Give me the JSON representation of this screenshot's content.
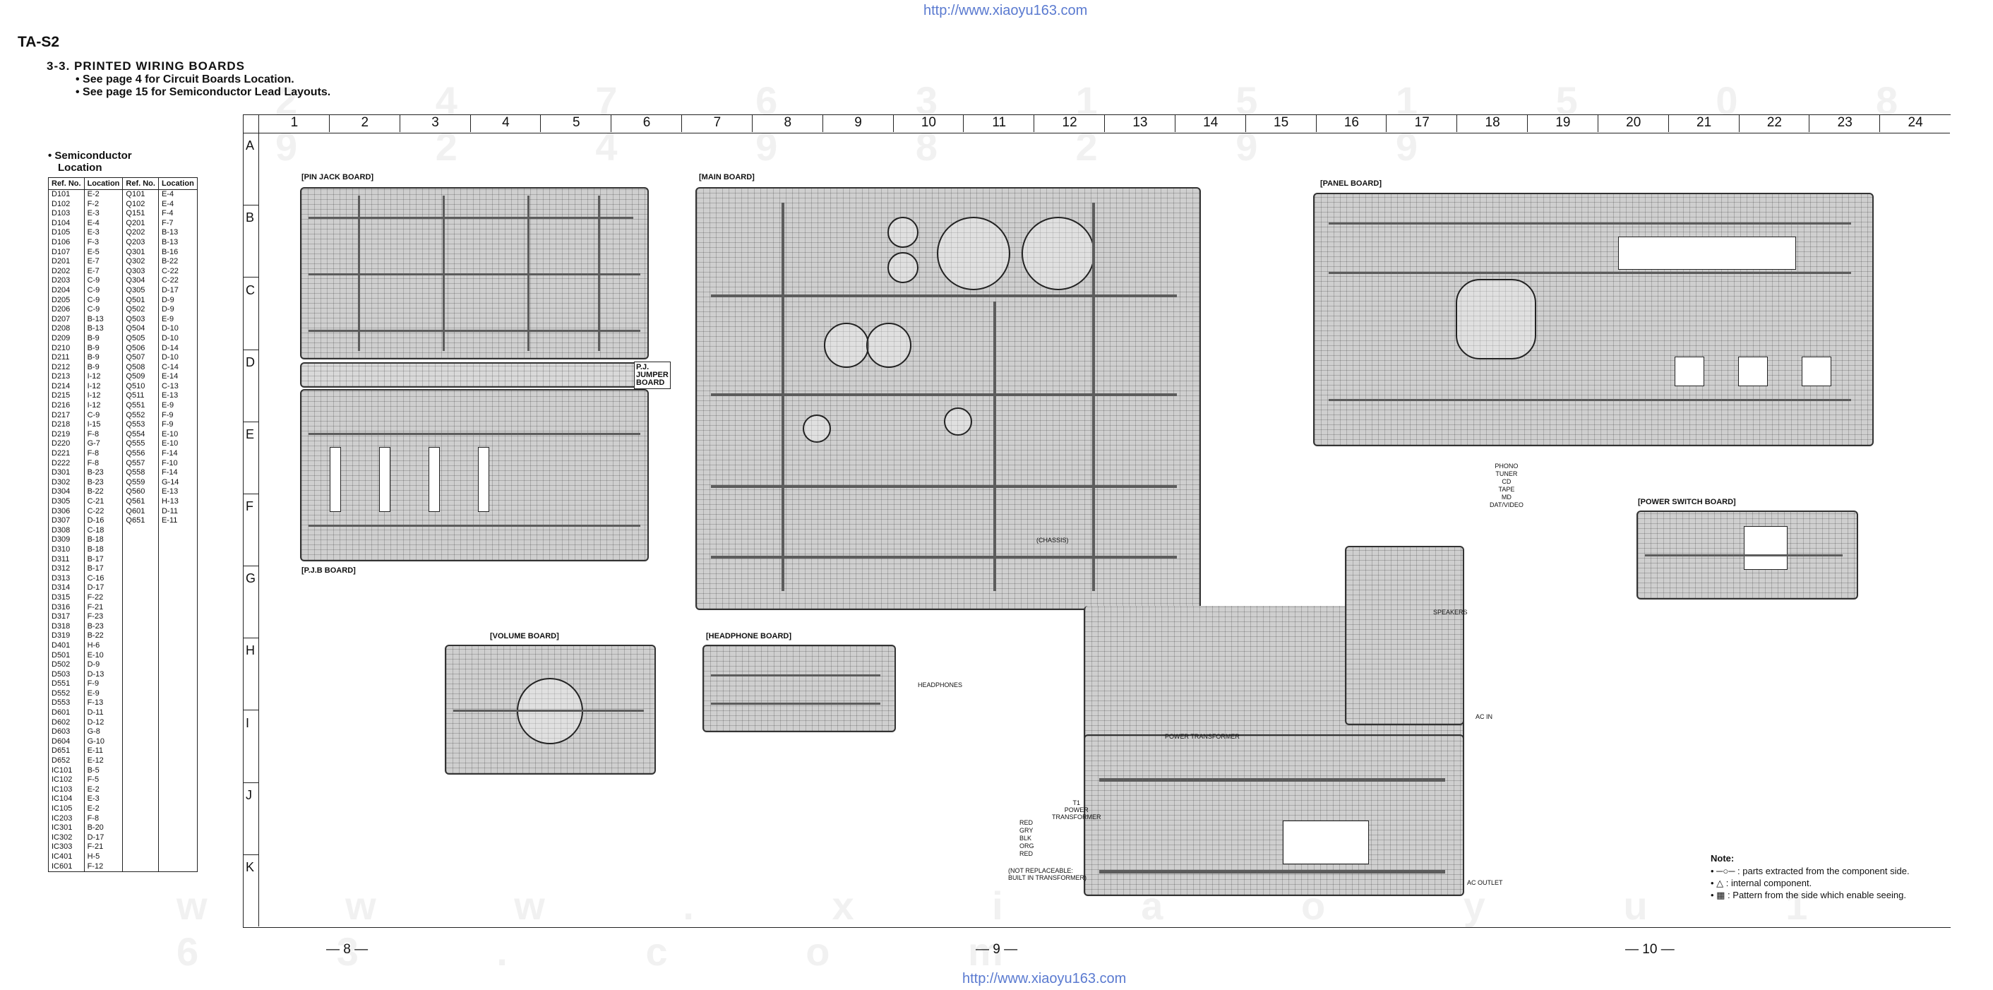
{
  "header": {
    "url_top": "http://www.xiaoyu163.com",
    "url_bottom": "http://www.xiaoyu163.com",
    "model": "TA-S2",
    "section_title": "3-3.  PRINTED  WIRING  BOARDS",
    "notes": [
      "• See page 4 for Circuit Boards Location.",
      "• See page 15 for Semiconductor Lead Layouts."
    ]
  },
  "semiconductor": {
    "title": [
      "• Semiconductor",
      "Location"
    ],
    "headers": [
      "Ref. No.",
      "Location",
      "Ref. No.",
      "Location"
    ],
    "col1": [
      [
        "D101",
        "E-2"
      ],
      [
        "D102",
        "F-2"
      ],
      [
        "D103",
        "E-3"
      ],
      [
        "D104",
        "E-4"
      ],
      [
        "D105",
        "E-3"
      ],
      [
        "D106",
        "F-3"
      ],
      [
        "D107",
        "E-5"
      ],
      [
        "D201",
        "E-7"
      ],
      [
        "D202",
        "E-7"
      ],
      [
        "D203",
        "C-9"
      ],
      [
        "D204",
        "C-9"
      ],
      [
        "D205",
        "C-9"
      ],
      [
        "D206",
        "C-9"
      ],
      [
        "D207",
        "B-13"
      ],
      [
        "D208",
        "B-13"
      ],
      [
        "D209",
        "B-9"
      ],
      [
        "D210",
        "B-9"
      ],
      [
        "D211",
        "B-9"
      ],
      [
        "D212",
        "B-9"
      ],
      [
        "D213",
        "I-12"
      ],
      [
        "D214",
        "I-12"
      ],
      [
        "D215",
        "I-12"
      ],
      [
        "D216",
        "I-12"
      ],
      [
        "D217",
        "C-9"
      ],
      [
        "D218",
        "I-15"
      ],
      [
        "D219",
        "F-8"
      ],
      [
        "D220",
        "G-7"
      ],
      [
        "D221",
        "F-8"
      ],
      [
        "D222",
        "F-8"
      ],
      [
        "D301",
        "B-23"
      ],
      [
        "D302",
        "B-23"
      ],
      [
        "D304",
        "B-22"
      ],
      [
        "D305",
        "C-21"
      ],
      [
        "D306",
        "C-22"
      ],
      [
        "D307",
        "D-16"
      ],
      [
        "D308",
        "C-18"
      ],
      [
        "D309",
        "B-18"
      ],
      [
        "D310",
        "B-18"
      ],
      [
        "D311",
        "B-17"
      ],
      [
        "D312",
        "B-17"
      ],
      [
        "D313",
        "C-16"
      ],
      [
        "D314",
        "D-17"
      ],
      [
        "D315",
        "F-22"
      ],
      [
        "D316",
        "F-21"
      ],
      [
        "D317",
        "F-23"
      ],
      [
        "D318",
        "B-23"
      ],
      [
        "D319",
        "B-22"
      ],
      [
        "D401",
        "H-6"
      ],
      [
        "D501",
        "E-10"
      ],
      [
        "D502",
        "D-9"
      ],
      [
        "D503",
        "D-13"
      ],
      [
        "D551",
        "F-9"
      ],
      [
        "D552",
        "E-9"
      ],
      [
        "D553",
        "F-13"
      ],
      [
        "D601",
        "D-11"
      ],
      [
        "D602",
        "D-12"
      ],
      [
        "D603",
        "G-8"
      ],
      [
        "D604",
        "G-10"
      ],
      [
        "D651",
        "E-11"
      ],
      [
        "D652",
        "E-12"
      ],
      [
        "",
        ""
      ],
      [
        "IC101",
        "B-5"
      ],
      [
        "IC102",
        "F-5"
      ],
      [
        "IC103",
        "E-2"
      ],
      [
        "IC104",
        "E-3"
      ],
      [
        "IC105",
        "E-2"
      ],
      [
        "IC203",
        "F-8"
      ],
      [
        "IC301",
        "B-20"
      ],
      [
        "IC302",
        "D-17"
      ],
      [
        "IC303",
        "F-21"
      ],
      [
        "IC401",
        "H-5"
      ],
      [
        "IC601",
        "F-12"
      ]
    ],
    "col2": [
      [
        "Q101",
        "E-4"
      ],
      [
        "Q102",
        "E-4"
      ],
      [
        "Q151",
        "F-4"
      ],
      [
        "Q201",
        "F-7"
      ],
      [
        "Q202",
        "B-13"
      ],
      [
        "Q203",
        "B-13"
      ],
      [
        "Q301",
        "B-16"
      ],
      [
        "Q302",
        "B-22"
      ],
      [
        "Q303",
        "C-22"
      ],
      [
        "Q304",
        "C-22"
      ],
      [
        "Q305",
        "D-17"
      ],
      [
        "Q501",
        "D-9"
      ],
      [
        "Q502",
        "D-9"
      ],
      [
        "Q503",
        "E-9"
      ],
      [
        "Q504",
        "D-10"
      ],
      [
        "Q505",
        "D-10"
      ],
      [
        "Q506",
        "D-14"
      ],
      [
        "Q507",
        "D-10"
      ],
      [
        "Q508",
        "C-14"
      ],
      [
        "Q509",
        "E-14"
      ],
      [
        "Q510",
        "C-13"
      ],
      [
        "Q511",
        "E-13"
      ],
      [
        "Q551",
        "E-9"
      ],
      [
        "Q552",
        "F-9"
      ],
      [
        "Q553",
        "F-9"
      ],
      [
        "Q554",
        "E-10"
      ],
      [
        "Q555",
        "E-10"
      ],
      [
        "Q556",
        "F-14"
      ],
      [
        "Q557",
        "F-10"
      ],
      [
        "Q558",
        "F-14"
      ],
      [
        "Q559",
        "G-14"
      ],
      [
        "Q560",
        "E-13"
      ],
      [
        "Q561",
        "H-13"
      ],
      [
        "Q601",
        "D-11"
      ],
      [
        "Q651",
        "E-11"
      ]
    ]
  },
  "grid": {
    "columns": [
      "1",
      "2",
      "3",
      "4",
      "5",
      "6",
      "7",
      "8",
      "9",
      "10",
      "11",
      "12",
      "13",
      "14",
      "15",
      "16",
      "17",
      "18",
      "19",
      "20",
      "21",
      "22",
      "23",
      "24"
    ],
    "rows": [
      "A",
      "B",
      "C",
      "D",
      "E",
      "F",
      "G",
      "H",
      "I",
      "J",
      "K"
    ]
  },
  "boards": {
    "pin_jack": "[PIN JACK BOARD]",
    "pj_jumper": [
      "P.J.",
      "JUMPER",
      "BOARD"
    ],
    "pjb": "[P.J.B BOARD]",
    "main": "[MAIN BOARD]",
    "panel": "[PANEL BOARD]",
    "power_switch": "[POWER SWITCH BOARD]",
    "volume": "[VOLUME BOARD]",
    "headphone": "[HEADPHONE BOARD]"
  },
  "annotations": {
    "transformer": [
      "T1",
      "POWER",
      "TRANSFORMER"
    ],
    "wire_colors": [
      "RED",
      "GRY",
      "BLK",
      "ORG",
      "RED"
    ],
    "not_replaceable": [
      "(NOT REPLACEABLE:",
      "BUILT IN TRANSFORMER)"
    ],
    "chassis": "(CHASSIS)",
    "headphones": "HEADPHONES",
    "speakers": "SPEAKERS",
    "ac_in": "AC IN",
    "ac_outlet": "AC OUTLET",
    "power_transformer_top": "POWER TRANSFORMER",
    "phono_col": [
      "PHONO",
      "TUNER",
      "CD",
      "TAPE",
      "MD",
      "DAT/VIDEO"
    ]
  },
  "note": {
    "title": "Note:",
    "items": [
      "• ─○─ : parts extracted from the component side.",
      "• △ : internal component.",
      "• ▦ : Pattern from the side which enable seeing."
    ]
  },
  "pages": [
    "— 8 —",
    "— 9 —",
    "— 10 —"
  ],
  "watermark_digits": "2 4 7 6 3 1 5 1 5 0 8 9 2 4 9 8 2 9 9",
  "watermark_text": "w w w . x i a o y u 1 6 3 . c o m",
  "colors": {
    "url": "#5a7ad0",
    "ink": "#111111",
    "pcb": "#cfcfcf",
    "trace": "#5c5c5c"
  }
}
